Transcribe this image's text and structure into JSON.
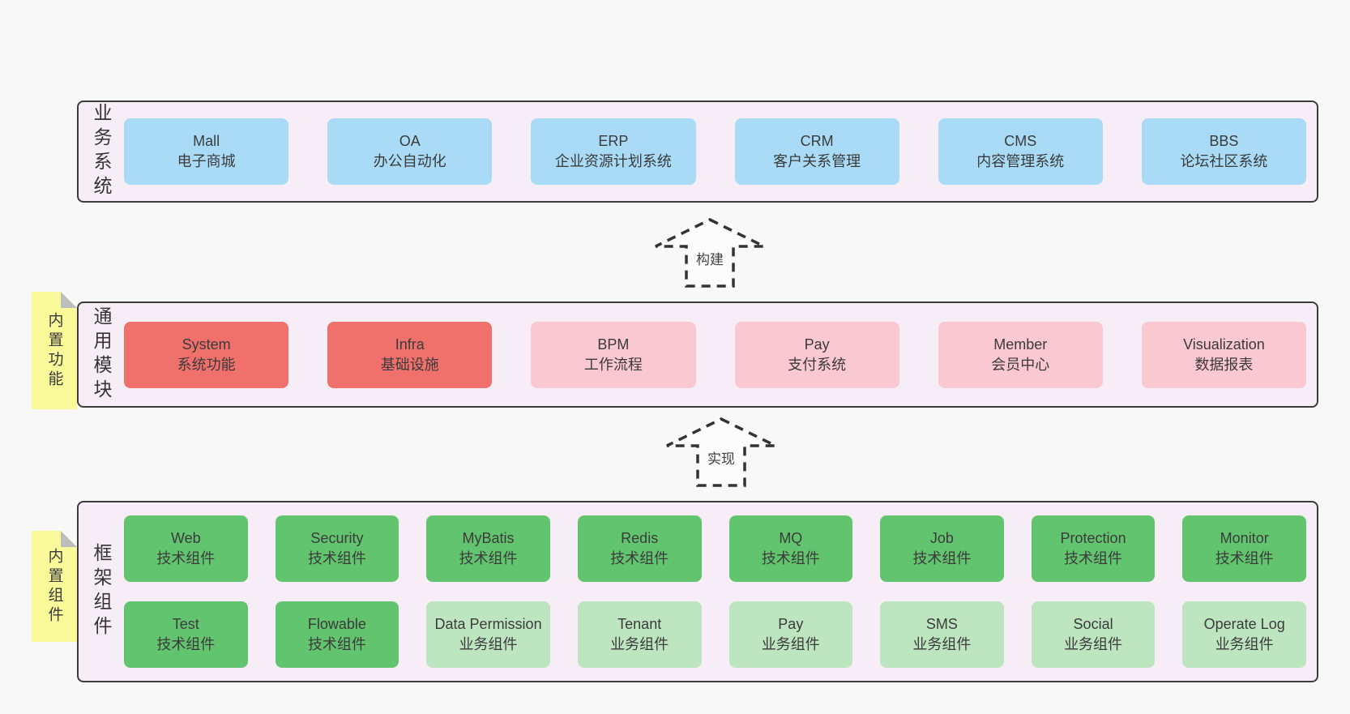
{
  "colors": {
    "page-bg": "#f8f8f8",
    "band-bg": "#f7edf6",
    "band-border": "#3c3c3c",
    "blue": "#a9dbf6",
    "red": "#f0706c",
    "pink": "#f9c8d1",
    "green": "#62c46e",
    "green-light": "#bde5bf",
    "note-bg": "#fafa9a",
    "note-fold": "#bdbdbd",
    "text": "#3b3b3b",
    "arrow-stroke": "#333333",
    "arrow-fill": "#fcfcfc"
  },
  "bands": [
    {
      "label": "业务系统",
      "boxes": [
        {
          "name": "Mall",
          "desc": "电子商城"
        },
        {
          "name": "OA",
          "desc": "办公自动化"
        },
        {
          "name": "ERP",
          "desc": "企业资源计划系统"
        },
        {
          "name": "CRM",
          "desc": "客户关系管理"
        },
        {
          "name": "CMS",
          "desc": "内容管理系统"
        },
        {
          "name": "BBS",
          "desc": "论坛社区系统"
        }
      ]
    },
    {
      "label": "通用模块",
      "note": "内置功能",
      "boxes": [
        {
          "name": "System",
          "desc": "系统功能"
        },
        {
          "name": "Infra",
          "desc": "基础设施"
        },
        {
          "name": "BPM",
          "desc": "工作流程"
        },
        {
          "name": "Pay",
          "desc": "支付系统"
        },
        {
          "name": "Member",
          "desc": "会员中心"
        },
        {
          "name": "Visualization",
          "desc": "数据报表"
        }
      ]
    },
    {
      "label": "框架组件",
      "note": "内置组件",
      "rows": [
        [
          {
            "name": "Web",
            "desc": "技术组件"
          },
          {
            "name": "Security",
            "desc": "技术组件"
          },
          {
            "name": "MyBatis",
            "desc": "技术组件"
          },
          {
            "name": "Redis",
            "desc": "技术组件"
          },
          {
            "name": "MQ",
            "desc": "技术组件"
          },
          {
            "name": "Job",
            "desc": "技术组件"
          },
          {
            "name": "Protection",
            "desc": "技术组件"
          },
          {
            "name": "Monitor",
            "desc": "技术组件"
          }
        ],
        [
          {
            "name": "Test",
            "desc": "技术组件"
          },
          {
            "name": "Flowable",
            "desc": "技术组件"
          },
          {
            "name": "Data Permission",
            "desc": "业务组件"
          },
          {
            "name": "Tenant",
            "desc": "业务组件"
          },
          {
            "name": "Pay",
            "desc": "业务组件"
          },
          {
            "name": "SMS",
            "desc": "业务组件"
          },
          {
            "name": "Social",
            "desc": "业务组件"
          },
          {
            "name": "Operate Log",
            "desc": "业务组件"
          }
        ]
      ]
    }
  ],
  "arrows": [
    {
      "label": "构建"
    },
    {
      "label": "实现"
    }
  ]
}
